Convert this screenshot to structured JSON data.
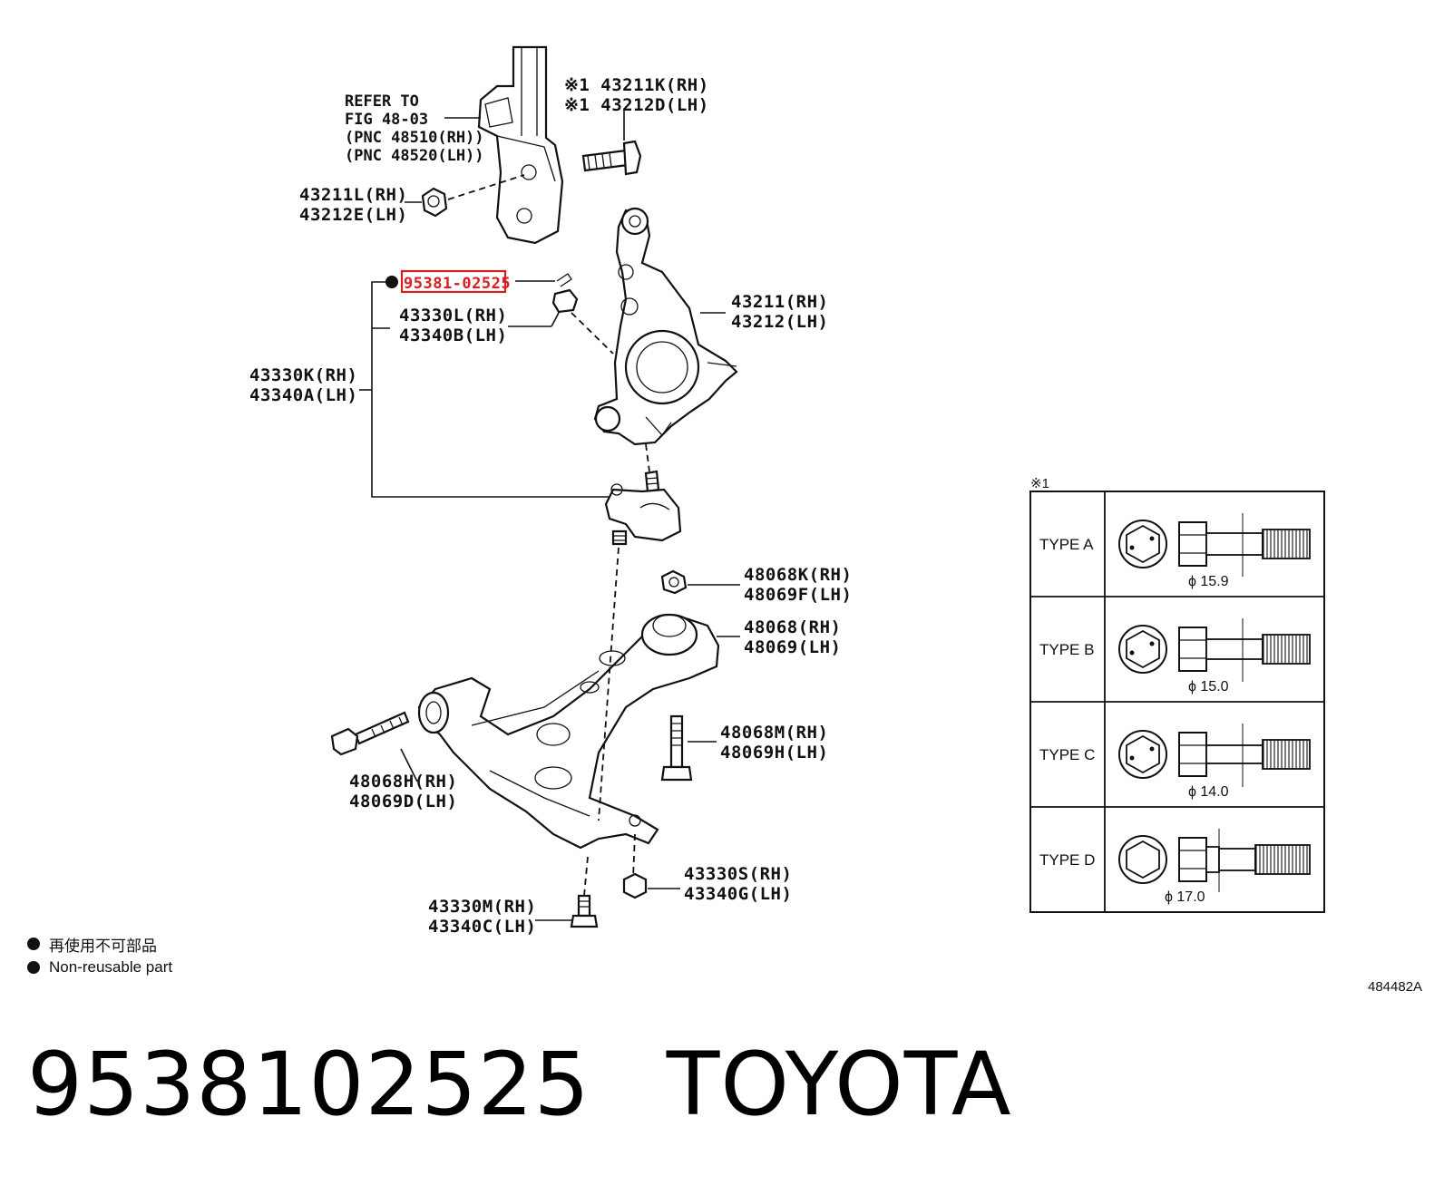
{
  "refer_note": [
    "REFER TO",
    "FIG 48-03",
    "(PNC 48510(RH))",
    "(PNC 48520(LH))"
  ],
  "labels": {
    "l43211K": "※1 43211K(RH)",
    "l43212D": "※1 43212D(LH)",
    "l43211L": "43211L(RH)",
    "l43212E": "43212E(LH)",
    "l95381": "95381-02525",
    "l43330L": "43330L(RH)",
    "l43340B": "43340B(LH)",
    "l43211": "43211(RH)",
    "l43212": "43212(LH)",
    "l43330K": "43330K(RH)",
    "l43340A": "43340A(LH)",
    "l48068K": "48068K(RH)",
    "l48069F": "48069F(LH)",
    "l48068": "48068(RH)",
    "l48069": "48069(LH)",
    "l48068M": "48068M(RH)",
    "l48069H": "48069H(LH)",
    "l48068H": "48068H(RH)",
    "l48069D": "48069D(LH)",
    "l43330S": "43330S(RH)",
    "l43340G": "43340G(LH)",
    "l43330M": "43330M(RH)",
    "l43340C": "43340C(LH)"
  },
  "type_table": {
    "mark": "※1",
    "rows": [
      {
        "type": "TYPE A",
        "diameter": "ϕ 15.9"
      },
      {
        "type": "TYPE B",
        "diameter": "ϕ 15.0"
      },
      {
        "type": "TYPE C",
        "diameter": "ϕ 14.0"
      },
      {
        "type": "TYPE D",
        "diameter": "ϕ 17.0"
      }
    ]
  },
  "legend": [
    {
      "text": "再使用不可部品"
    },
    {
      "text": "Non-reusable part"
    }
  ],
  "figure_code": "484482A",
  "part_number": "9538102525",
  "brand": "TOYOTA",
  "highlight_color": "#d62020"
}
